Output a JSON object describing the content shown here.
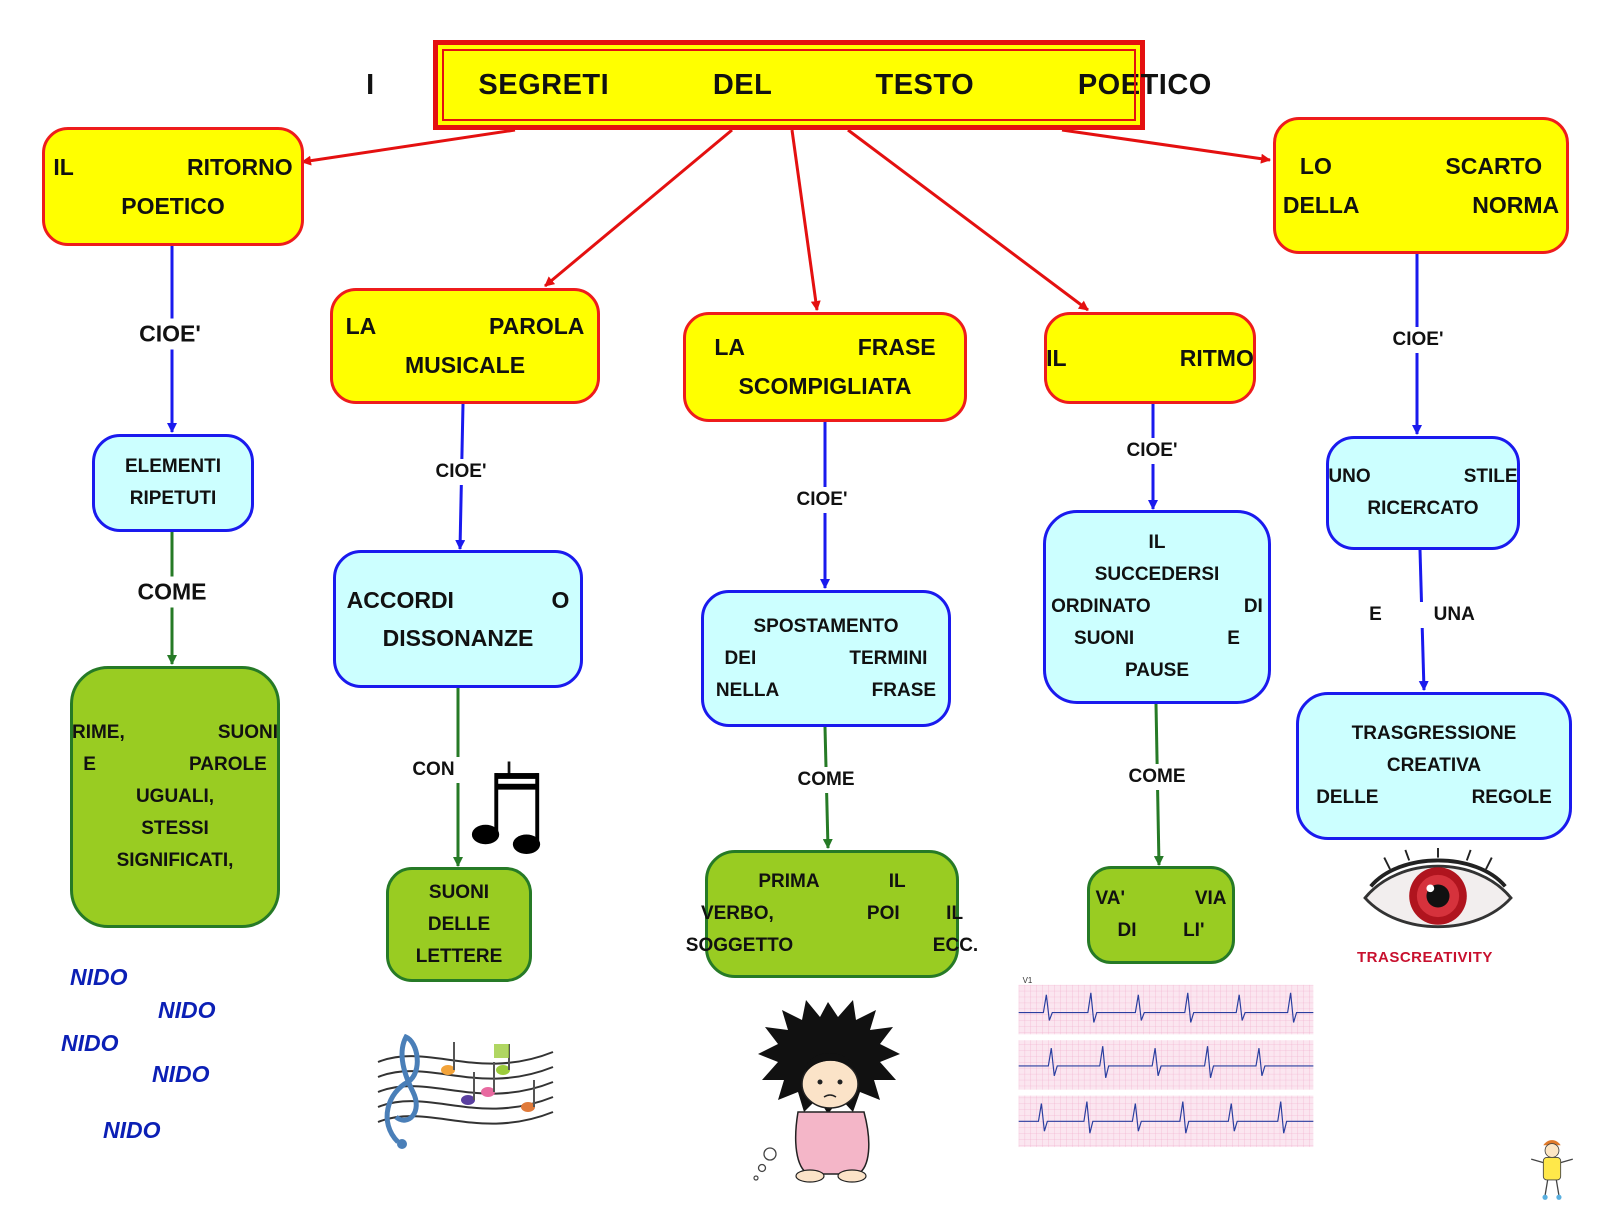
{
  "title": "I   SEGRETI   DEL   TESTO   POETICO",
  "branches": [
    {
      "heading": [
        "IL    RITORNO",
        "POETICO"
      ],
      "link1": "CIOE'",
      "concept": [
        "ELEMENTI",
        "RIPETUTI"
      ],
      "link2": "COME",
      "example": [
        "RIME,    SUONI",
        "E    PAROLE",
        "UGUALI,",
        "STESSI",
        "SIGNIFICATI,"
      ]
    },
    {
      "heading": [
        "LA    PAROLA",
        "MUSICALE"
      ],
      "link1": "CIOE'",
      "concept": [
        "ACCORDI    O",
        "DISSONANZE"
      ],
      "link2": "CON   I",
      "example": [
        "SUONI",
        "DELLE",
        "LETTERE"
      ]
    },
    {
      "heading": [
        "LA    FRASE",
        "SCOMPIGLIATA"
      ],
      "link1": "CIOE'",
      "concept": [
        "SPOSTAMENTO",
        "DEI    TERMINI",
        "NELLA    FRASE"
      ],
      "link2": "COME",
      "example": [
        "PRIMA   IL",
        "VERBO,    POI  IL",
        "SOGGETTO      ECC."
      ]
    },
    {
      "heading": [
        "IL    RITMO"
      ],
      "link1": "CIOE'",
      "concept": [
        "IL",
        "SUCCEDERSI",
        "ORDINATO    DI",
        "SUONI    E",
        "PAUSE"
      ],
      "link2": "COME",
      "example": [
        "VA'   VIA",
        "DI  LI'"
      ]
    },
    {
      "heading": [
        "LO    SCARTO",
        "DELLA    NORMA"
      ],
      "link1": "CIOE'",
      "concept": [
        "UNO    STILE",
        "RICERCATO"
      ],
      "link2": "E   UNA",
      "example": [
        "TRASGRESSIONE",
        "CREATIVA",
        "DELLE    REGOLE"
      ]
    }
  ],
  "nido_words": [
    "NIDO",
    "NIDO",
    "NIDO",
    "NIDO",
    "NIDO"
  ],
  "ecg_label": "V1",
  "eye_caption": "TRASCREATIVITY",
  "colors": {
    "title_fill": "#ffff00",
    "title_border": "#e41010",
    "heading_fill": "#ffff00",
    "heading_border": "#ee1c1c",
    "concept_fill": "#ccffff",
    "concept_border": "#1a1aee",
    "example_fill": "#99cc22",
    "example_border": "#267a26",
    "arrow_red": "#e41010",
    "arrow_blue": "#1a1aee",
    "arrow_green": "#267a26",
    "nido": "#0b1fb5"
  },
  "icons": [
    "music-note-icon",
    "music-staff-icon",
    "girl-cartoon-icon",
    "ecg-strip-icon",
    "eye-icon",
    "mascot-icon"
  ]
}
